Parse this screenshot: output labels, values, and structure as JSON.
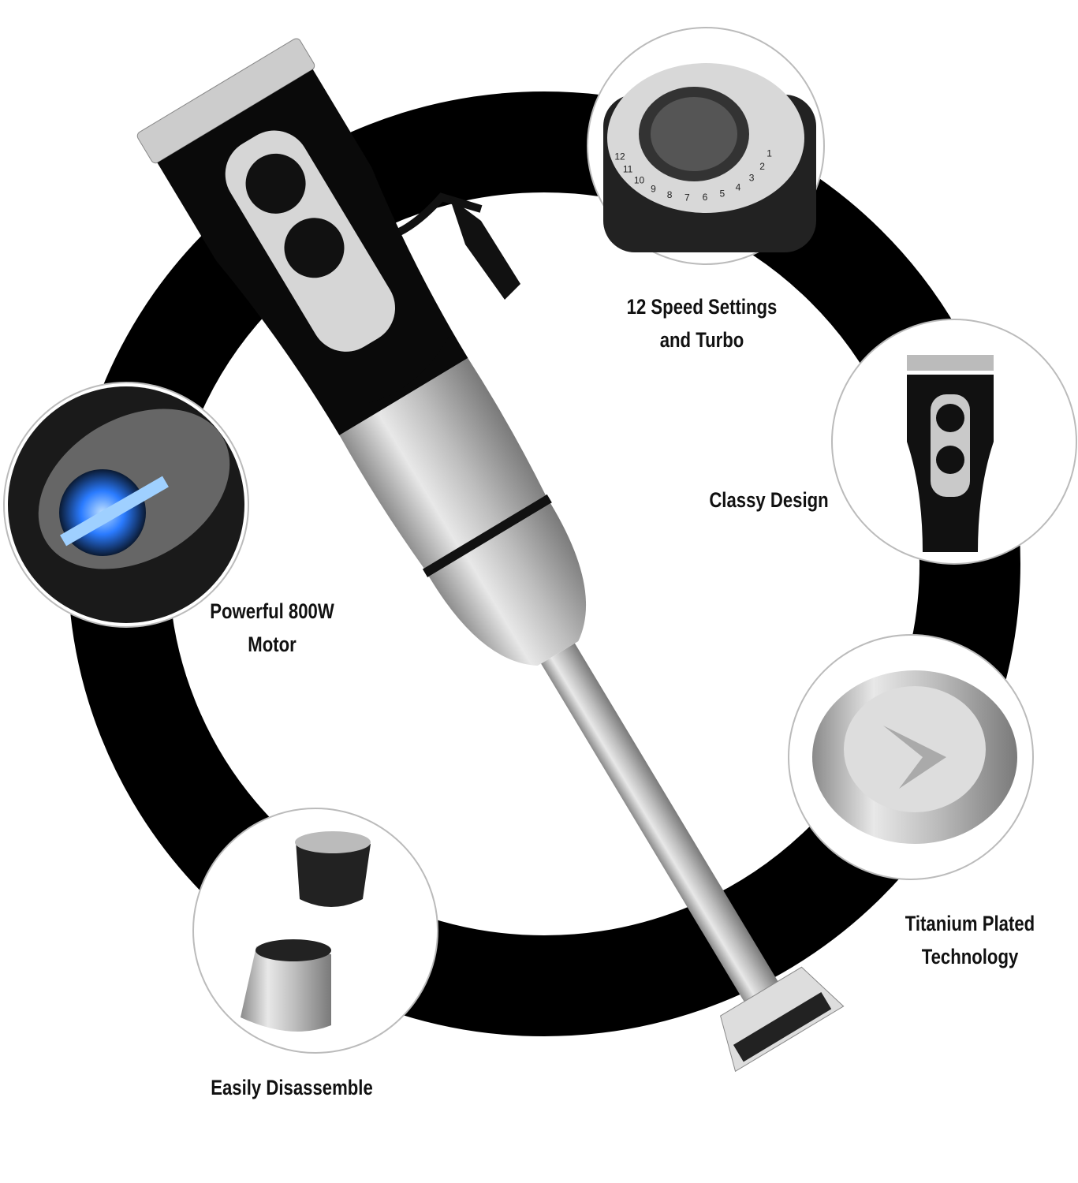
{
  "features": [
    {
      "id": "speed",
      "line1": "12 Speed Settings",
      "line2": "and Turbo",
      "dial_numbers": [
        "12",
        "11",
        "10",
        "9",
        "8",
        "7",
        "6",
        "5",
        "4",
        "3",
        "2",
        "1"
      ]
    },
    {
      "id": "design",
      "line1": "Classy Design",
      "line2": ""
    },
    {
      "id": "titanium",
      "line1": "Titanium Plated",
      "line2": "Technology"
    },
    {
      "id": "motor",
      "line1": "Powerful 800W",
      "line2": "Motor"
    },
    {
      "id": "disassemble",
      "line1": "Easily Disassemble",
      "line2": ""
    }
  ],
  "colors": {
    "ring": "#000000",
    "steel": "#c9c9c9",
    "motor_glow": "#2a7bff"
  }
}
